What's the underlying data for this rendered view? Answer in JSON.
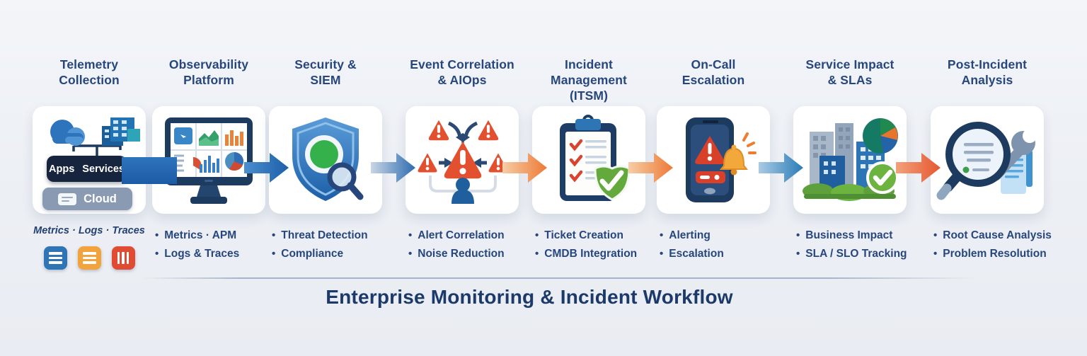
{
  "footer": {
    "title": "Enterprise Monitoring & Incident Workflow"
  },
  "palette": {
    "navy_text": "#27477c",
    "dark_pill": "#16243d",
    "gray_pill": "#8b9ab3",
    "alert_red": "#e2502f",
    "arrow_blue": "#1e5fa8",
    "arrow_orange": "#ed7a36",
    "success_green": "#64a93c"
  },
  "stages": [
    {
      "title_lines": [
        "Telemetry",
        "Collection"
      ],
      "icon": "cloud-and-datacenter",
      "pill_apps": "Apps",
      "pill_services": "Services",
      "pill_cloud": "Cloud",
      "caption": "Metrics · Logs · Traces",
      "signal_icons": [
        "metrics-list-icon",
        "logs-list-icon",
        "traces-bars-icon"
      ]
    },
    {
      "title_lines": [
        "Observability",
        "Platform"
      ],
      "icon": "dashboard-monitor",
      "bullets": [
        "Metrics · APM",
        "Logs & Traces"
      ]
    },
    {
      "title_lines": [
        "Security &",
        "SIEM"
      ],
      "icon": "shield-scan",
      "bullets": [
        "Threat Detection",
        "Compliance"
      ]
    },
    {
      "title_lines": [
        "Event Correlation",
        "& AIOps"
      ],
      "icon": "alert-correlation",
      "bullets": [
        "Alert Correlation",
        "Noise Reduction"
      ]
    },
    {
      "title_lines": [
        "Incident",
        "Management",
        "(ITSM)"
      ],
      "icon": "ticket-clipboard",
      "bullets": [
        "Ticket Creation",
        "CMDB Integration"
      ]
    },
    {
      "title_lines": [
        "On-Call",
        "Escalation"
      ],
      "icon": "phone-alert-bell",
      "bullets": [
        "Alerting",
        "Escalation"
      ]
    },
    {
      "title_lines": [
        "Service Impact",
        "& SLAs"
      ],
      "icon": "city-pie-check",
      "bullets": [
        "Business Impact",
        "SLA / SLO Tracking"
      ]
    },
    {
      "title_lines": [
        "Post-Incident",
        "Analysis"
      ],
      "icon": "magnifier-wrench",
      "bullets": [
        "Root Cause Analysis",
        "Problem Resolution"
      ]
    }
  ]
}
